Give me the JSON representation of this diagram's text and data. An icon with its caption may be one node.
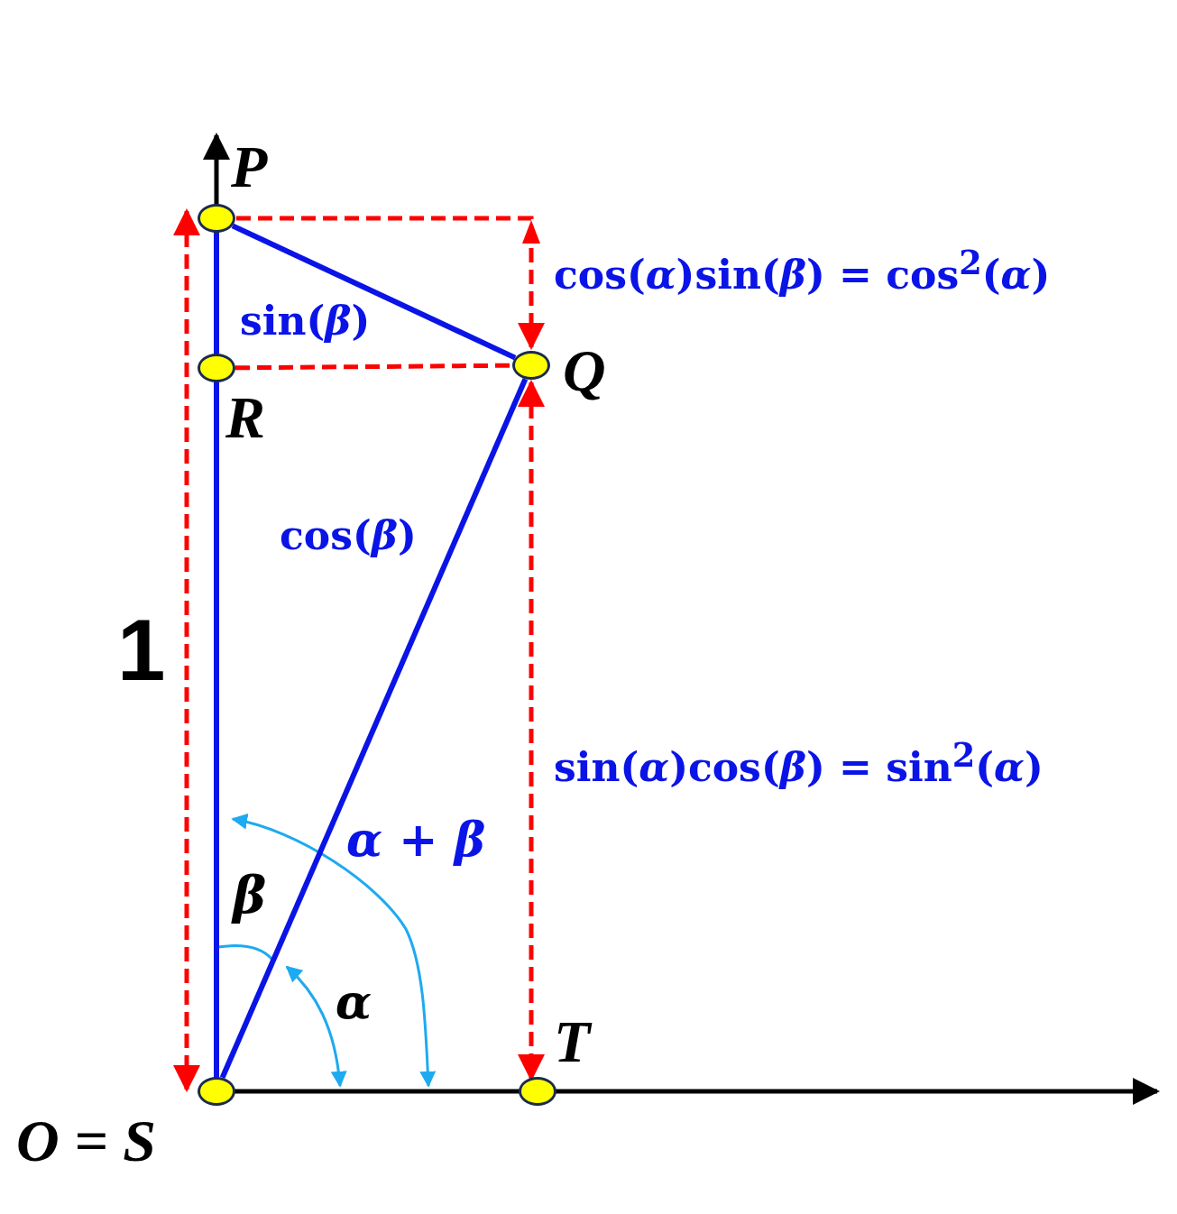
{
  "diagram": {
    "nodes": [
      {
        "text": [],
        "shape": "circle",
        "beside": [
          "P"
        ]
      },
      {
        "text": [],
        "shape": "circle",
        "beside": [
          "R"
        ]
      },
      {
        "text": [],
        "shape": "circle",
        "beside": [
          "Q"
        ]
      },
      {
        "text": [],
        "shape": "circle",
        "beside": [
          "O = S"
        ]
      },
      {
        "text": [],
        "shape": "circle",
        "beside": [
          "T"
        ]
      }
    ],
    "edges": [
      {
        "from": 0,
        "to": 1,
        "arrow": "none"
      },
      {
        "from": 1,
        "to": 3,
        "arrow": "none"
      },
      {
        "from": 0,
        "to": 2,
        "arrow": "none",
        "label": "sin(*β*)"
      },
      {
        "from": 2,
        "to": 3,
        "arrow": "none",
        "label": "cos(*β*)"
      },
      {
        "from": 1,
        "to": 2,
        "arrow": "none",
        "style": "dashed",
        "color": "#ff0000"
      },
      {
        "from": 0,
        "to": 3,
        "arrow": "both",
        "style": "dashed",
        "color": "#ff0000"
      },
      {
        "from": 2,
        "to": 4,
        "arrow": "both",
        "style": "dashed",
        "color": "#ff0000"
      },
      {
        "from": 0,
        "to": 2,
        "arrow": "to",
        "style": "dashed",
        "color": "#ff0000"
      }
    ],
    "labels": [
      "cos(*α*)sin(*β*) = cos$^{2}$(*α*)",
      "1",
      "sin(*α*)cos(*β*) = sin$^{2}$(*α*)",
      "α + β",
      "β",
      "α"
    ]
  }
}
